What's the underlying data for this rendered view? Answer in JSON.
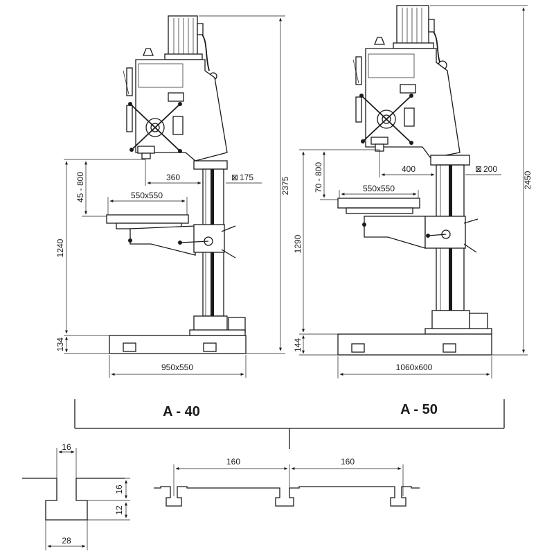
{
  "models": [
    {
      "name": "A - 40",
      "total_height": "2375",
      "spindle_to_table_range": "45 - 800",
      "column_distance": "360",
      "column_diameter": "175",
      "table_size": "550x550",
      "max_spindle_to_base": "1240",
      "base_height": "134",
      "base_size": "950x550"
    },
    {
      "name": "A - 50",
      "total_height": "2450",
      "spindle_to_table_range": "70 - 800",
      "column_distance": "400",
      "column_diameter": "200",
      "table_size": "550x550",
      "max_spindle_to_base": "1290",
      "base_height": "144",
      "base_size": "1060x600"
    }
  ],
  "square_symbol": "⊠",
  "tslot_profile": {
    "slot_width": "16",
    "neck_depth": "16",
    "head_height": "12",
    "head_width": "28"
  },
  "tslot_spacing": {
    "left": "160",
    "right": "160"
  }
}
